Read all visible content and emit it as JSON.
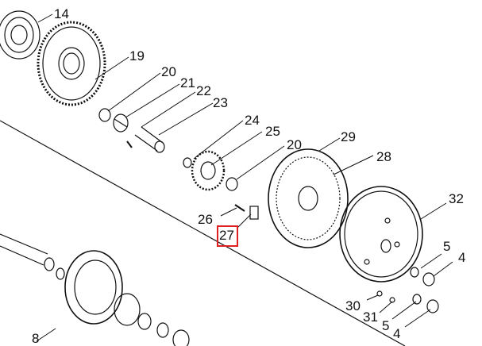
{
  "diagram": {
    "callouts": {
      "c14": "14",
      "c19": "19",
      "c20a": "20",
      "c21": "21",
      "c22": "22",
      "c23": "23",
      "c24": "24",
      "c25": "25",
      "c20b": "20",
      "c29": "29",
      "c28": "28",
      "c32": "32",
      "c26": "26",
      "c27": "27",
      "c5a": "5",
      "c4a": "4",
      "c30": "30",
      "c31": "31",
      "c5b": "5",
      "c4b": "4",
      "c8": "8"
    },
    "highlight_color": "#e02020",
    "selected_callout": "27"
  }
}
